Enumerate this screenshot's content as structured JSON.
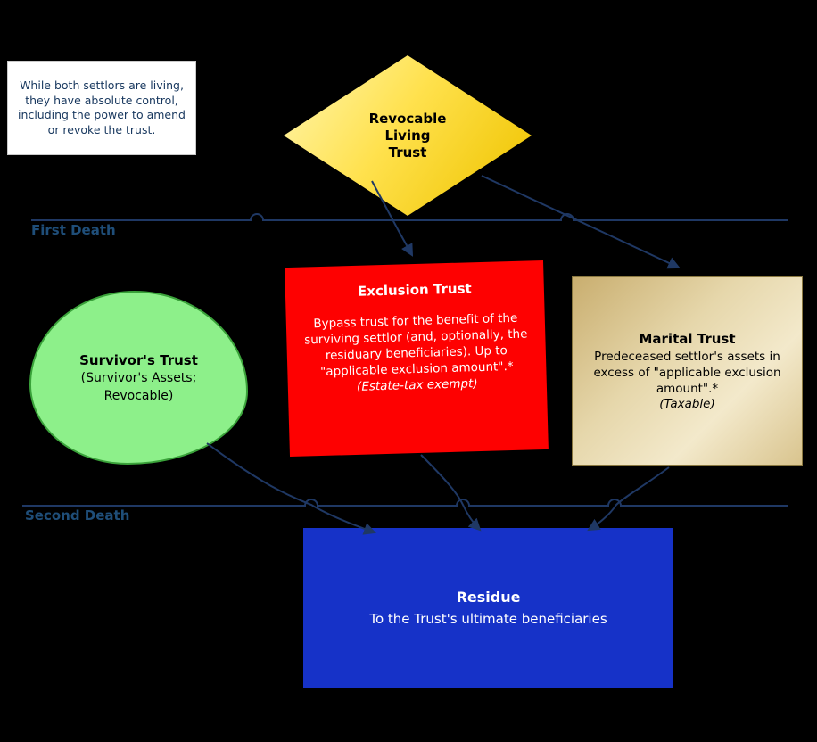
{
  "note": {
    "lines": [
      "While both settlors are living,",
      "they have absolute control,",
      "including the power to amend",
      "or revoke the trust."
    ]
  },
  "diamond": {
    "lines": [
      "Revocable",
      "Living",
      "Trust"
    ]
  },
  "timeline": {
    "first_death": "First Death",
    "second_death": "Second Death"
  },
  "survivors_trust": {
    "title": "Survivor's Trust",
    "lines": [
      "(Survivor's Assets;",
      "Revocable)"
    ]
  },
  "exclusion_trust": {
    "title": "Exclusion Trust",
    "body": "Bypass trust for the benefit of the surviving settlor (and, optionally, the residuary beneficiaries).  Up to \"applicable exclusion amount\".*",
    "note": "(Estate-tax exempt)"
  },
  "marital_trust": {
    "title": "Marital Trust",
    "body": "Predeceased settlor's assets in excess of \"applicable exclusion amount\".*",
    "note": "(Taxable)"
  },
  "residue": {
    "title": "Residue",
    "subtitle": "To the Trust's ultimate beneficiaries"
  },
  "colors": {
    "background": "#000000",
    "diamond_yellow": "#FFE14D",
    "survivors_green": "#8DF08A",
    "exclusion_red": "#FE0101",
    "marital_tan": "#E6D7AB",
    "residue_blue": "#1632C8",
    "connector_navy": "#1F3864",
    "label_navy": "#1F4E79",
    "note_text_navy": "#17375E"
  }
}
